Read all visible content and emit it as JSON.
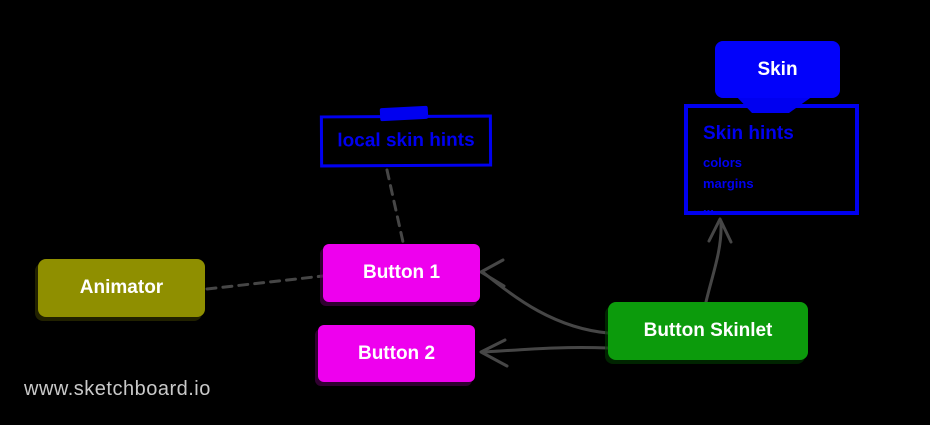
{
  "diagram": {
    "watermark": "www.sketchboard.io",
    "colors": {
      "background": "#000000",
      "blue": "#0202fa",
      "outline_blue": "#0000f0",
      "olive": "#8f8f00",
      "magenta": "#ee00ee",
      "green": "#0c9b0c",
      "edge_gray": "#464646",
      "watermark_gray": "#c9c9c9",
      "label_white": "#ffffff"
    },
    "nodes": {
      "skin": {
        "label": "Skin"
      },
      "skin_hints": {
        "title": "Skin hints",
        "items": [
          "colors",
          "margins"
        ],
        "ellipsis": "..."
      },
      "local_skin_hints": {
        "label": "local skin hints"
      },
      "animator": {
        "label": "Animator"
      },
      "button1": {
        "label": "Button 1"
      },
      "button2": {
        "label": "Button 2"
      },
      "button_skinlet": {
        "label": "Button Skinlet"
      }
    },
    "connections": [
      {
        "id": "animator-to-button1",
        "from": "animator",
        "to": "button1",
        "style": "dashed",
        "arrow": false
      },
      {
        "id": "local-skin-hints-to-button1",
        "from": "local_skin_hints",
        "to": "button1",
        "style": "dashed",
        "arrow": false
      },
      {
        "id": "button-skinlet-to-button1",
        "from": "button_skinlet",
        "to": "button1",
        "style": "solid",
        "arrow": true
      },
      {
        "id": "button-skinlet-to-button2",
        "from": "button_skinlet",
        "to": "button2",
        "style": "solid",
        "arrow": true
      },
      {
        "id": "button-skinlet-to-skin-hints",
        "from": "button_skinlet",
        "to": "skin_hints",
        "style": "solid",
        "arrow": true
      },
      {
        "id": "skin-to-skin-hints",
        "from": "skin",
        "to": "skin_hints",
        "style": "blue-tab",
        "arrow": false
      }
    ]
  }
}
